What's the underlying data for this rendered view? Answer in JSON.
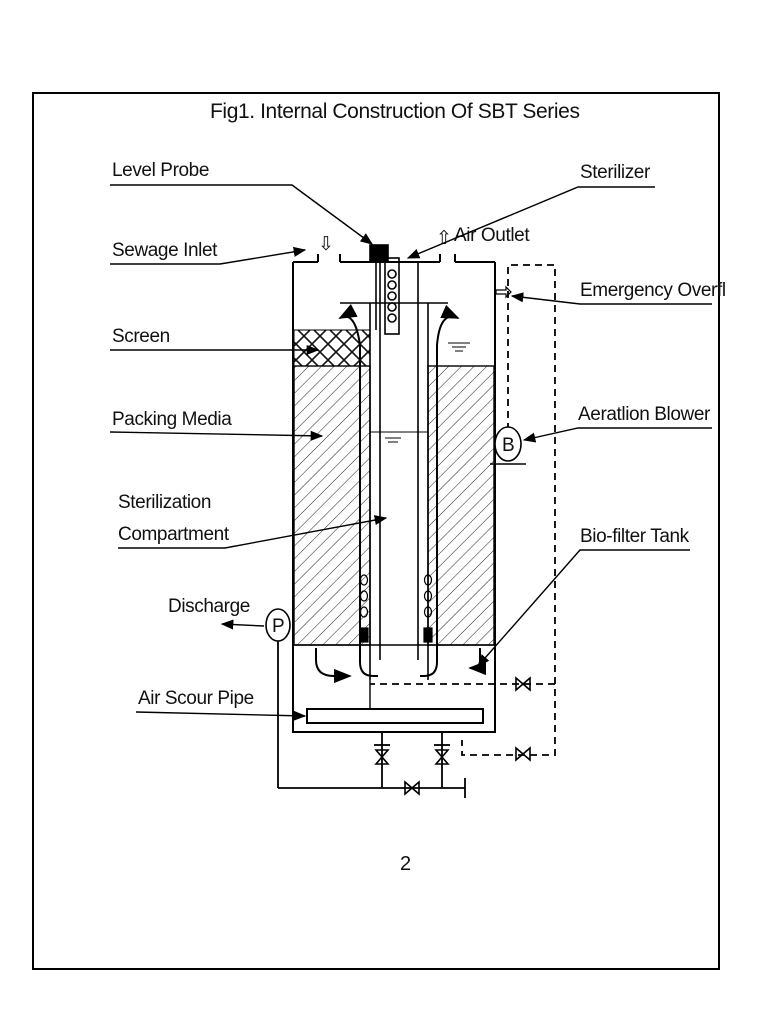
{
  "title": "Fig1.   Internal Construction Of SBT Series",
  "labels": {
    "level_probe": "Level Probe",
    "sterilizer": "Sterilizer",
    "sewage_inlet": "Sewage Inlet",
    "air_outlet": "Air Outlet",
    "emergency_overflow": "Emergency Overfl",
    "screen": "Screen",
    "packing_media": "Packing Media",
    "aeration_blower": "Aeratlion Blower",
    "sterilization_line1": "Sterilization",
    "sterilization_line2": "Compartment",
    "bio_filter_tank": "Bio-filter Tank",
    "discharge": "Discharge",
    "air_scour_pipe": "Air Scour Pipe"
  },
  "symbols": {
    "blower": "B",
    "pump": "P",
    "arrow_down": "⇩",
    "arrow_up": "⇧"
  },
  "page_number": "2"
}
